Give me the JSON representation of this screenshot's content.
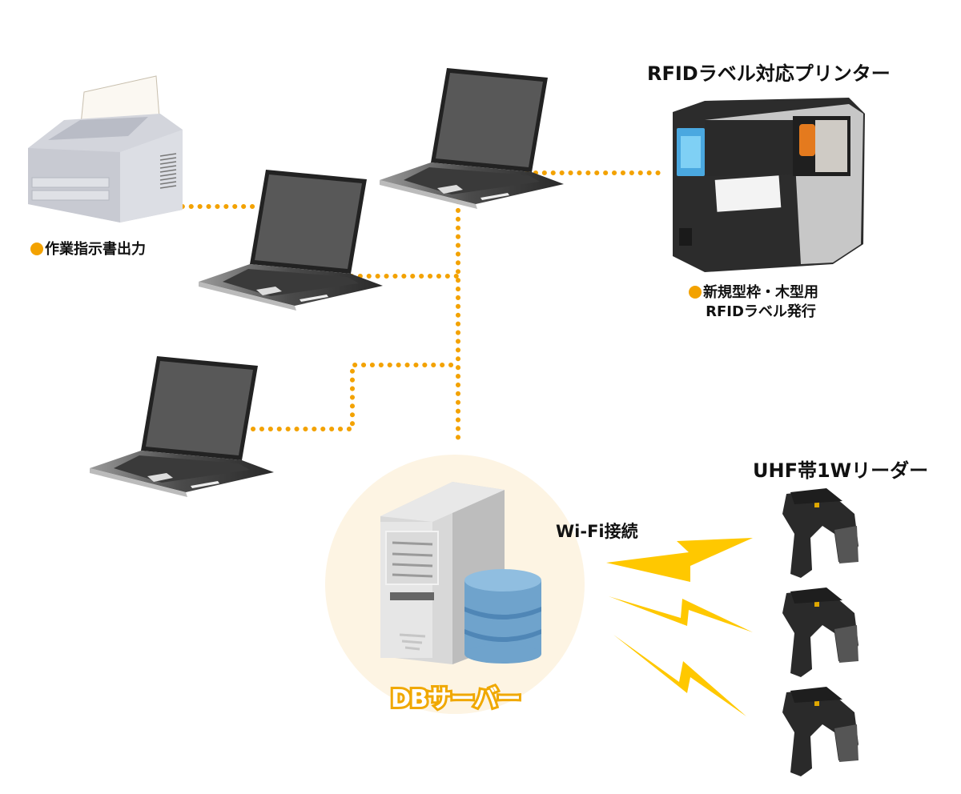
{
  "labels": {
    "work_order_output": "作業指示書出力",
    "rfid_printer_title": "RFIDラベル対応プリンター",
    "rfid_printer_caption_line1": "新規型枠・木型用",
    "rfid_printer_caption_line2": "RFIDラベル発行",
    "reader_title": "UHF帯1Wリーダー",
    "wifi": "Wi-Fi接続",
    "db_server": "DBサーバー"
  },
  "colors": {
    "connector": "#f3a200",
    "wifi_bolt": "#ffc800",
    "server_halo": "#fdf4e3",
    "db_label_outline": "#f0a800"
  },
  "devices": {
    "laptops": 3,
    "readers": 3,
    "office_printer": 1,
    "rfid_printer": 1,
    "server": 1
  }
}
